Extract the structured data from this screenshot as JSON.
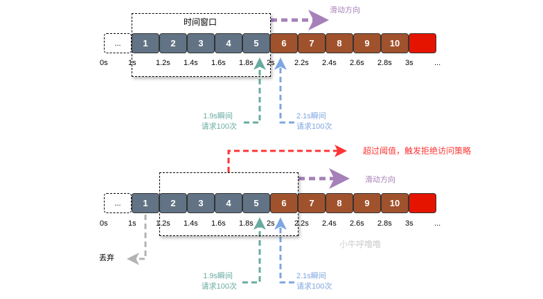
{
  "colors": {
    "window_cell": "#617385",
    "future_cell": "#a0522d",
    "overflow_cell": "#e51400",
    "green": "#67ab9f",
    "blue": "#7ea6e0",
    "purple": "#a680b8",
    "red": "#ff3333",
    "gray": "#b3b3b3"
  },
  "top": {
    "window_label": "时间窗口",
    "slide_label": "滑动方向",
    "ellipsis": "...",
    "cells": [
      "1",
      "2",
      "3",
      "4",
      "5",
      "6",
      "7",
      "8",
      "9",
      "10",
      ""
    ],
    "ticks": [
      "0s",
      "1s",
      "1.2s",
      "1.4s",
      "1.6s",
      "1.8s",
      "2s",
      "2.2s",
      "2.4s",
      "2.6s",
      "2.8s",
      "3s",
      "..."
    ],
    "green_note": [
      "1.9s瞬间",
      "请求100次"
    ],
    "blue_note": [
      "2.1s瞬间",
      "请求100次"
    ]
  },
  "bottom": {
    "reject_label": "超过阈值，触发拒绝访问策略",
    "slide_label": "滑动方向",
    "discard_label": "丢弃",
    "watermark": "小牛呼噜噜",
    "ellipsis": "...",
    "cells": [
      "1",
      "2",
      "3",
      "4",
      "5",
      "6",
      "7",
      "8",
      "9",
      "10",
      ""
    ],
    "ticks": [
      "0s",
      "1s",
      "1.2s",
      "1.4s",
      "1.6s",
      "1.8s",
      "2s",
      "2.2s",
      "2.4s",
      "2.6s",
      "2.8s",
      "3s",
      "..."
    ],
    "green_note": [
      "1.9s瞬间",
      "请求100次"
    ],
    "blue_note": [
      "2.1s瞬间",
      "请求100次"
    ]
  }
}
